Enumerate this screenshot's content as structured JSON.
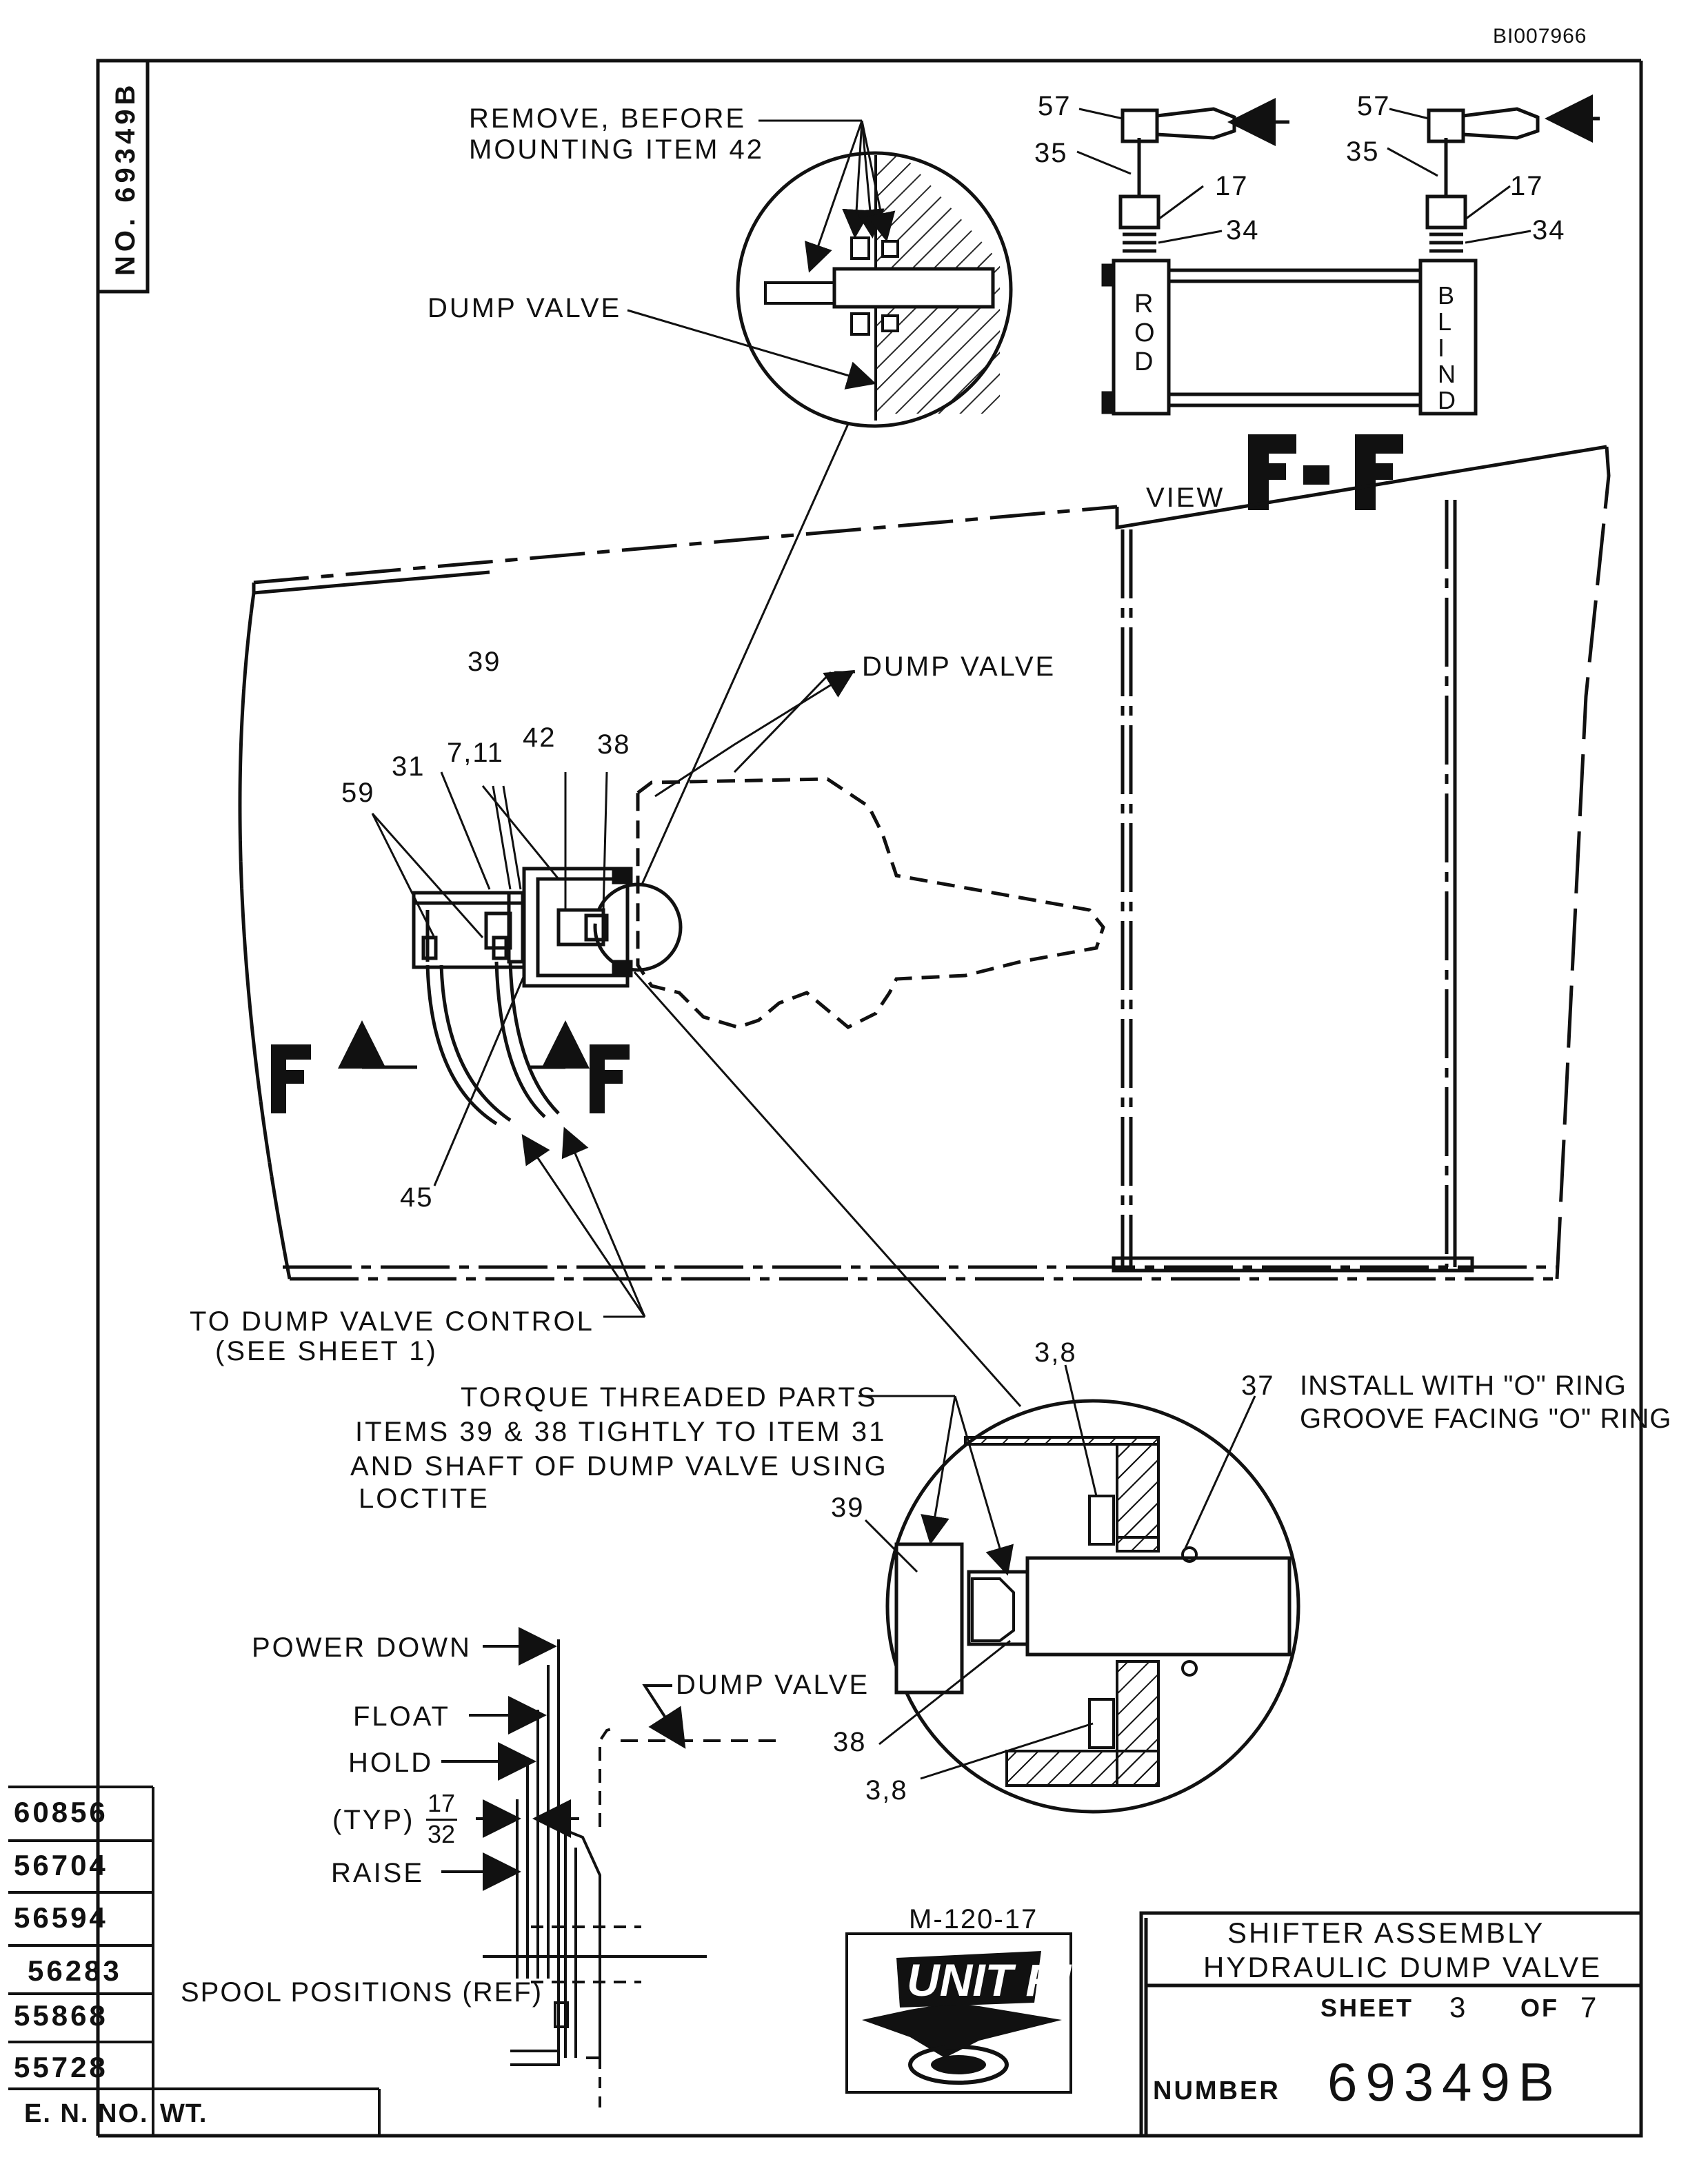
{
  "doc_id": "BI007966",
  "drawing_number_side": "NO. 69349B",
  "notes": {
    "remove_before": "REMOVE, BEFORE",
    "mounting_item": "MOUNTING ITEM 42",
    "dump_valve_detail": "DUMP VALVE",
    "dump_valve_main": "DUMP VALVE",
    "dump_valve_spool": "DUMP VALVE",
    "to_dump_valve_control": "TO DUMP VALVE CONTROL",
    "see_sheet": "(SEE SHEET 1)",
    "torque_1": "TORQUE THREADED PARTS",
    "torque_2": "ITEMS 39 & 38 TIGHTLY TO ITEM 31",
    "torque_3": "AND SHAFT OF DUMP VALVE USING",
    "torque_4": "LOCTITE",
    "install_1": "INSTALL WITH \"O\" RING",
    "install_2": "GROOVE FACING \"O\" RING",
    "view_label": "VIEW",
    "view_id": "F-F",
    "section_mark": "F",
    "rod": "ROD",
    "blind": "BLIND"
  },
  "callouts": {
    "c57a": "57",
    "c35a": "35",
    "c17a": "17",
    "c34a": "34",
    "c57b": "57",
    "c35b": "35",
    "c17b": "17",
    "c34b": "34",
    "c39": "39",
    "c31": "31",
    "c711": "7,11",
    "c42": "42",
    "c38": "38",
    "c59": "59",
    "c45": "45",
    "c38a": "3,8",
    "c37": "37",
    "c39b": "39",
    "c38b": "38",
    "c38c": "3,8"
  },
  "spool": {
    "power_down": "POWER DOWN",
    "float": "FLOAT",
    "hold": "HOLD",
    "typ": "(TYP)",
    "frac_num": "17",
    "frac_den": "32",
    "raise": "RAISE",
    "positions": "SPOOL POSITIONS (REF)"
  },
  "revisions": [
    "60856",
    "56704",
    "56594",
    "56283",
    "55868",
    "55728"
  ],
  "en_no_label": "E. N. NO.",
  "wt_label": "WT.",
  "logo": {
    "model": "M-120-17",
    "brand": "UNIT RIG"
  },
  "title_block": {
    "title_1": "SHIFTER ASSEMBLY",
    "title_2": "HYDRAULIC DUMP VALVE",
    "sheet_label": "SHEET",
    "sheet_no": "3",
    "of_label": "OF",
    "sheet_total": "7",
    "number_label": "NUMBER",
    "number": "69349B"
  }
}
